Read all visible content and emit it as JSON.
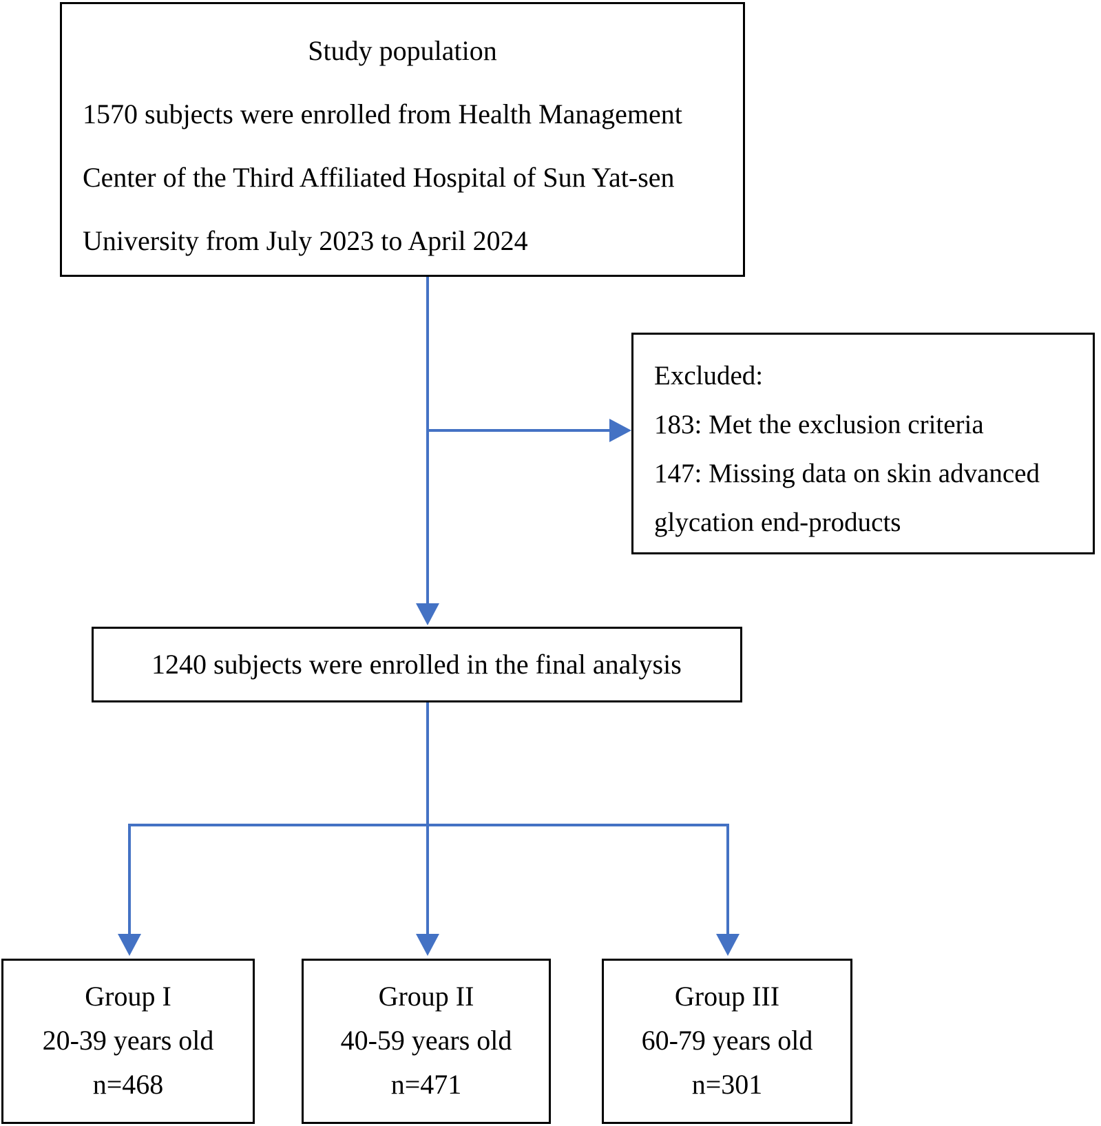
{
  "diagram": {
    "title": "Study enrollment flow diagram",
    "accent_color": "#4472C4",
    "box_border_color": "#000000",
    "text_color": "#000000",
    "background_color": "#FFFFFF"
  },
  "study_population": {
    "title": "Study population",
    "lines": [
      "1570 subjects were enrolled from Health Management",
      "Center of the Third Affiliated Hospital of Sun Yat-sen",
      "University from July 2023 to April 2024"
    ],
    "enrolled_count": "1570",
    "period": "July 2023 to April 2024"
  },
  "excluded": {
    "heading": "Excluded:",
    "lines": [
      "183: Met the exclusion criteria",
      "147: Missing data on skin advanced",
      "glycation end-products"
    ],
    "reasons": [
      {
        "count": "183",
        "text": "Met the exclusion criteria"
      },
      {
        "count": "147",
        "text": "Missing data on skin advanced glycation end-products"
      }
    ]
  },
  "final_analysis": {
    "text": "1240 subjects were enrolled in the final analysis",
    "count": "1240"
  },
  "groups": [
    {
      "name": "Group I",
      "age_range": "20-39 years old",
      "n": "n=468"
    },
    {
      "name": "Group II",
      "age_range": "40-59 years old",
      "n": "n=471"
    },
    {
      "name": "Group III",
      "age_range": "60-79 years old",
      "n": "n=301"
    }
  ],
  "connectors": {
    "main_arrow": "arrow-down-icon",
    "excluded_arrow": "arrow-right-icon",
    "group_arrows": [
      "arrow-down-icon",
      "arrow-down-icon",
      "arrow-down-icon"
    ]
  }
}
